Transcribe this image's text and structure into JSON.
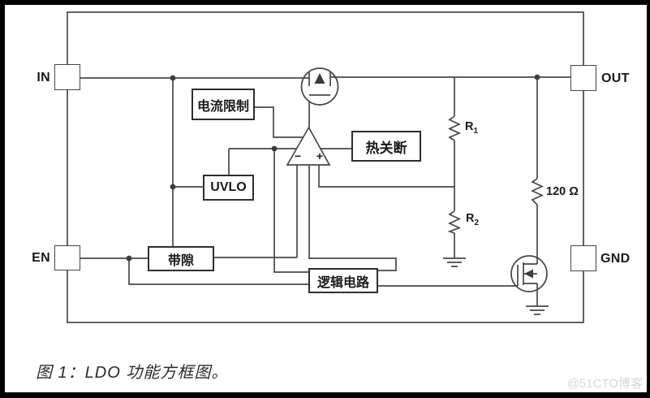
{
  "caption": "图 1：LDO 功能方框图。",
  "watermark": "@51CTO博客",
  "pins": {
    "in": "IN",
    "en": "EN",
    "out": "OUT",
    "gnd": "GND"
  },
  "blocks": {
    "current_limit": "电流限制",
    "uvlo": "UVLO",
    "thermal_shutdown": "热关断",
    "bandgap": "带隙",
    "logic": "逻辑电路"
  },
  "opamp": {
    "minus_input": "−",
    "plus_input": "+"
  },
  "components": {
    "r1_name": "R",
    "r1_sub": "1",
    "r2_name": "R",
    "r2_sub": "2",
    "output_resistor": "120 Ω"
  },
  "colors": {
    "wire": "#474747",
    "block_border": "#2e2e2e",
    "text": "#1a1a1a",
    "watermark": "#d8d8d8",
    "border_bars": "#000000",
    "background": "#ffffff"
  }
}
